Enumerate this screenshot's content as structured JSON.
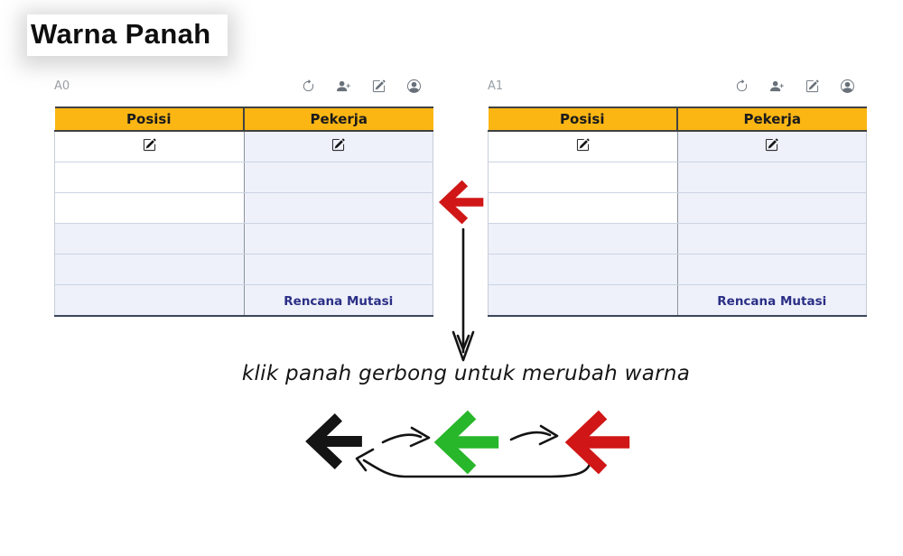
{
  "title": "Warna Panah",
  "tables": [
    {
      "label": "A0",
      "columns": [
        "Posisi",
        "Pekerja"
      ],
      "footer": "Rencana Mutasi"
    },
    {
      "label": "A1",
      "columns": [
        "Posisi",
        "Pekerja"
      ],
      "footer": "Rencana Mutasi"
    }
  ],
  "toolbar": {
    "icons": [
      "refresh-icon",
      "person-add-icon",
      "edit-icon",
      "user-circle-icon"
    ]
  },
  "annotation": {
    "instruction": "klik panah gerbong untuk merubah warna",
    "arrow_cycle": [
      "black",
      "green",
      "red"
    ]
  },
  "colors": {
    "header_bg": "#fbb614",
    "cell_tint": "#eef1fa",
    "footer_text": "#2b2f86",
    "arrow_red": "#d01616",
    "arrow_green": "#28b62a",
    "arrow_black": "#141414",
    "toolbar_icon": "#68707a"
  }
}
